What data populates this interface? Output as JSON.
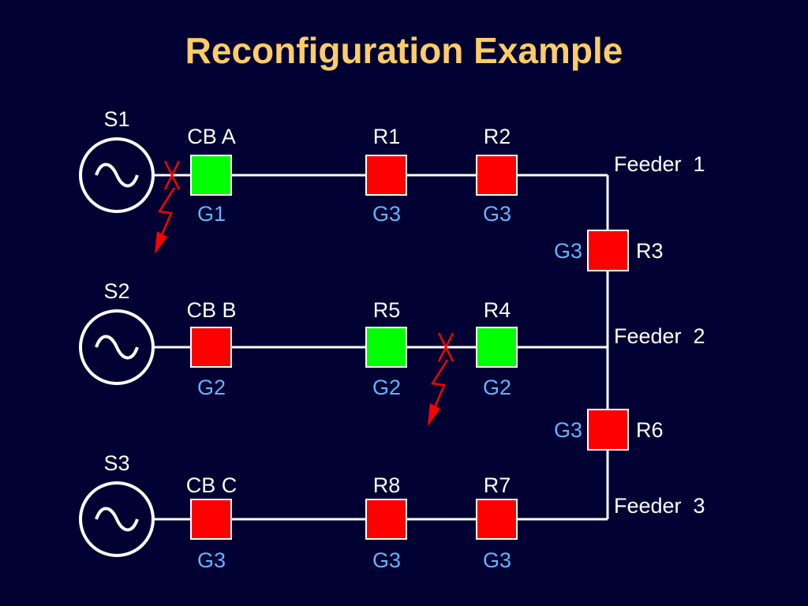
{
  "title": "Reconfiguration Example",
  "colors": {
    "background": "#000033",
    "title": "#FFCC66",
    "label": "#FFFFFF",
    "group": "#66B2FF",
    "closed": "#FF0000",
    "open": "#00FF00",
    "fault": "#FF0000"
  },
  "sources": [
    {
      "label": "S1",
      "icon": "ac-source-icon"
    },
    {
      "label": "S2",
      "icon": "ac-source-icon"
    },
    {
      "label": "S3",
      "icon": "ac-source-icon"
    }
  ],
  "feeders": [
    {
      "label": "Feeder  1"
    },
    {
      "label": "Feeder  2"
    },
    {
      "label": "Feeder  3"
    }
  ],
  "breakers": [
    {
      "name": "CB A",
      "group": "G1",
      "state": "open"
    },
    {
      "name": "R1",
      "group": "G3",
      "state": "closed"
    },
    {
      "name": "R2",
      "group": "G3",
      "state": "closed"
    },
    {
      "name": "CB B",
      "group": "G2",
      "state": "closed"
    },
    {
      "name": "R5",
      "group": "G2",
      "state": "open"
    },
    {
      "name": "R4",
      "group": "G2",
      "state": "open"
    },
    {
      "name": "CB C",
      "group": "G3",
      "state": "closed"
    },
    {
      "name": "R8",
      "group": "G3",
      "state": "closed"
    },
    {
      "name": "R7",
      "group": "G3",
      "state": "closed"
    },
    {
      "name": "R3",
      "group": "G3",
      "state": "closed"
    },
    {
      "name": "R6",
      "group": "G3",
      "state": "closed"
    }
  ],
  "faults": [
    {
      "icon": "lightning-fault-icon",
      "location": "feeder-1 between S1 and CB A"
    },
    {
      "icon": "lightning-fault-icon",
      "location": "feeder-2 between R5 and R4"
    }
  ]
}
